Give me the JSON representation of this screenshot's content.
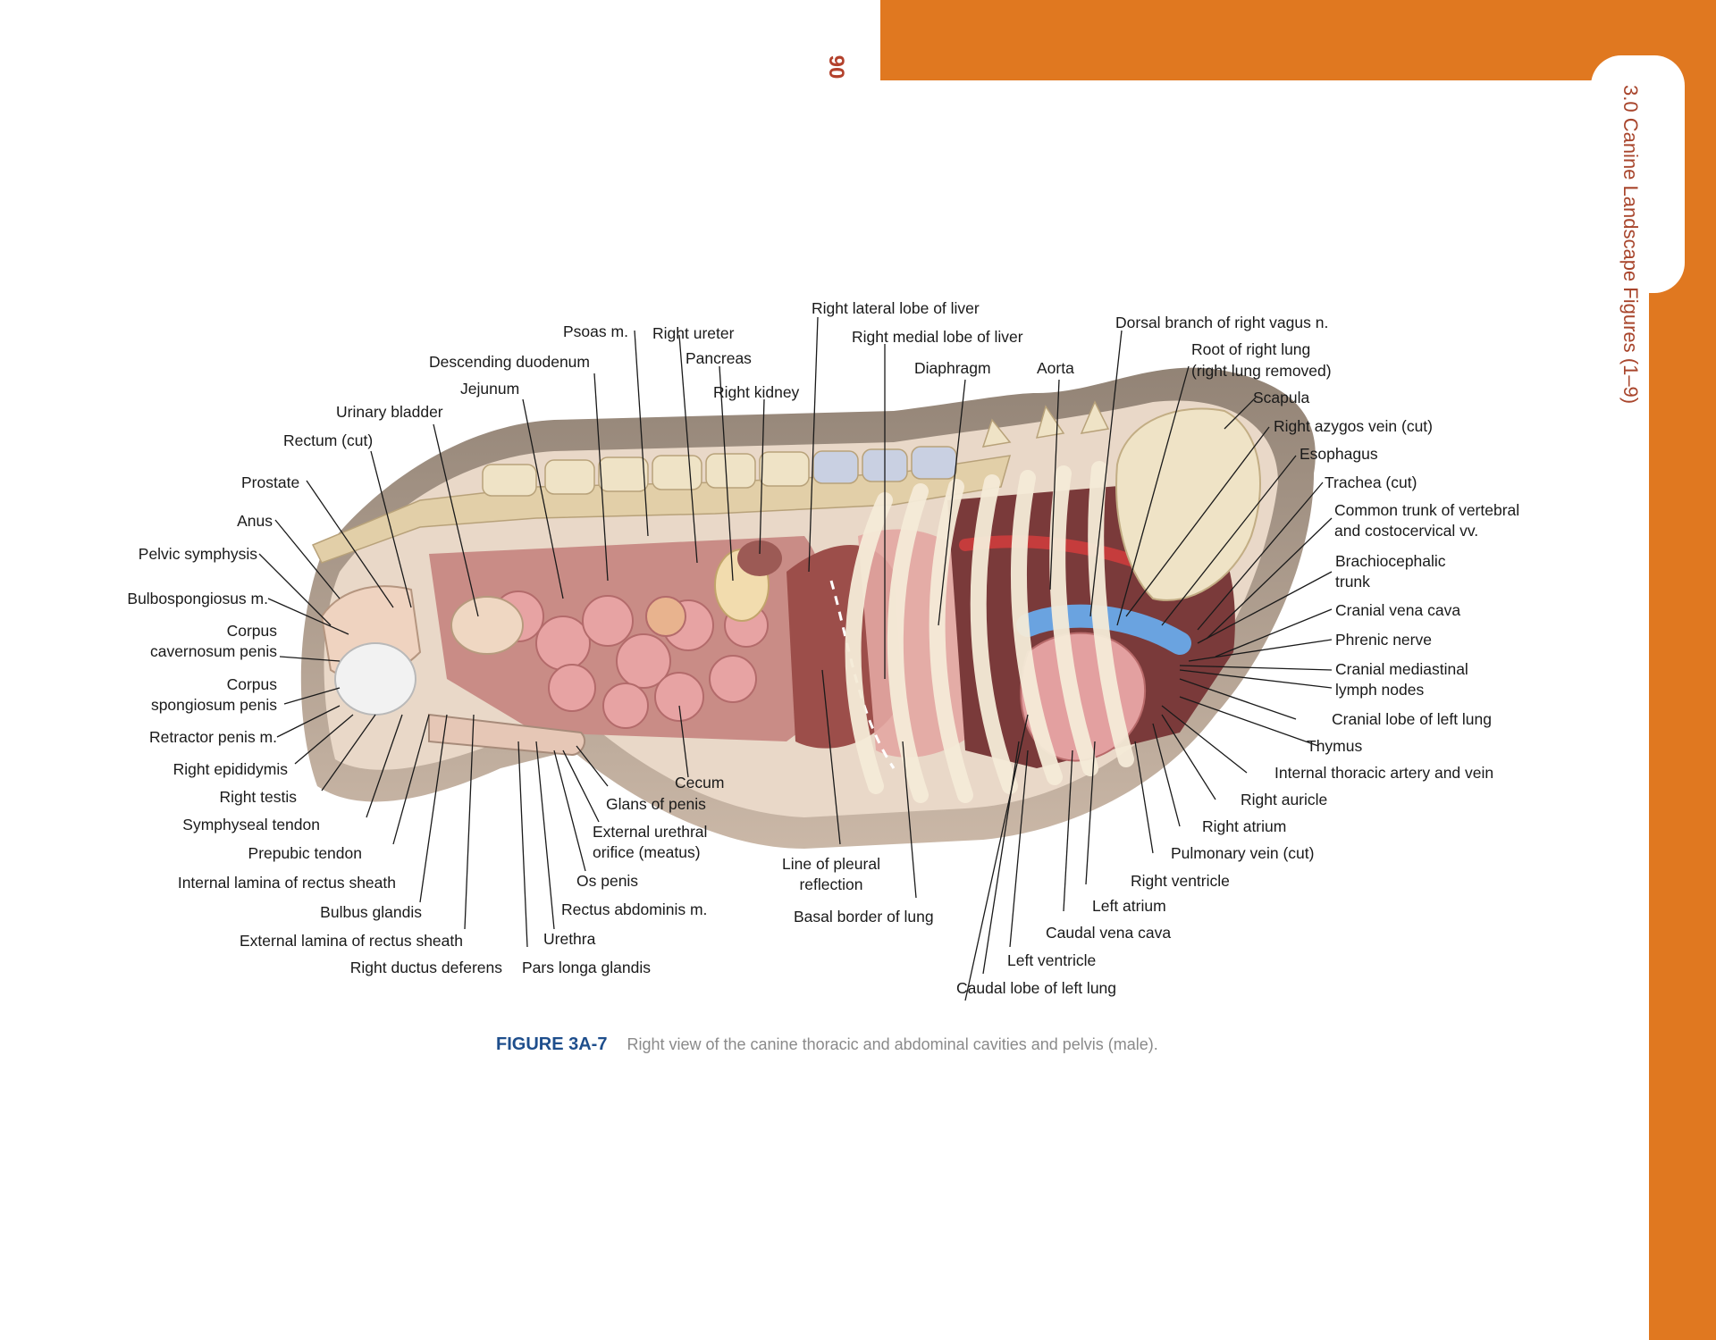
{
  "page": {
    "number": "90",
    "section_title": "3.0 Canine Landscape Figures (1–9)",
    "accent_color": "#E07820"
  },
  "figure": {
    "label": "FIGURE 3A-7",
    "caption": "Right view of the canine thoracic and abdominal cavities and pelvis (male)."
  },
  "labels": {
    "right_lateral_lobe_of_liver": "Right lateral lobe of liver",
    "psoas_m": "Psoas m.",
    "right_ureter": "Right ureter",
    "right_medial_lobe_of_liver": "Right medial lobe of liver",
    "dorsal_branch_of_right_vagus": "Dorsal branch of right vagus n.",
    "pancreas": "Pancreas",
    "descending_duodenum": "Descending duodenum",
    "root_of_right_lung": "Root of right lung",
    "right_lung_removed": "(right lung removed)",
    "diaphragm": "Diaphragm",
    "aorta": "Aorta",
    "jejunum": "Jejunum",
    "right_kidney": "Right kidney",
    "scapula": "Scapula",
    "urinary_bladder": "Urinary bladder",
    "right_azygos_vein": "Right azygos vein (cut)",
    "rectum": "Rectum (cut)",
    "esophagus": "Esophagus",
    "prostate": "Prostate",
    "trachea": "Trachea (cut)",
    "common_trunk_line1": "Common trunk of vertebral",
    "common_trunk_line2": "and costocervical vv.",
    "anus": "Anus",
    "pelvic_symphysis": "Pelvic symphysis",
    "brachiocephalic_line1": "Brachiocephalic",
    "brachiocephalic_line2": "trunk",
    "bulbospongiosus": "Bulbospongiosus m.",
    "corpus_cavernosum_line1": "Corpus",
    "corpus_cavernosum_line2": "cavernosum penis",
    "cranial_vena_cava": "Cranial vena cava",
    "phrenic_nerve": "Phrenic nerve",
    "cranial_mediastinal_line1": "Cranial mediastinal",
    "cranial_mediastinal_line2": "lymph nodes",
    "corpus_spongiosum_line1": "Corpus",
    "corpus_spongiosum_line2": "spongiosum penis",
    "cranial_lobe_left_lung": "Cranial lobe of left lung",
    "retractor_penis": "Retractor penis m.",
    "thymus": "Thymus",
    "right_epididymis": "Right epididymis",
    "internal_thoracic": "Internal thoracic artery and vein",
    "cecum": "Cecum",
    "right_testis": "Right testis",
    "glans_of_penis": "Glans of penis",
    "right_auricle": "Right auricle",
    "symphyseal_tendon": "Symphyseal tendon",
    "external_urethral_line1": "External urethral",
    "external_urethral_line2": "orifice (meatus)",
    "right_atrium": "Right atrium",
    "prepubic_tendon": "Prepubic tendon",
    "pulmonary_vein": "Pulmonary vein (cut)",
    "line_of_pleural_line1": "Line of pleural",
    "line_of_pleural_line2": "reflection",
    "os_penis": "Os penis",
    "internal_lamina": "Internal lamina of rectus sheath",
    "right_ventricle": "Right ventricle",
    "rectus_abdominis": "Rectus abdominis m.",
    "left_atrium": "Left atrium",
    "bulbus_glandis": "Bulbus glandis",
    "basal_border_of_lung": "Basal border of lung",
    "caudal_vena_cava": "Caudal vena cava",
    "external_lamina": "External lamina of rectus sheath",
    "urethra": "Urethra",
    "left_ventricle": "Left ventricle",
    "right_ductus_deferens": "Right ductus deferens",
    "pars_longa_glandis": "Pars longa glandis",
    "caudal_lobe_left_lung": "Caudal lobe of left lung"
  }
}
